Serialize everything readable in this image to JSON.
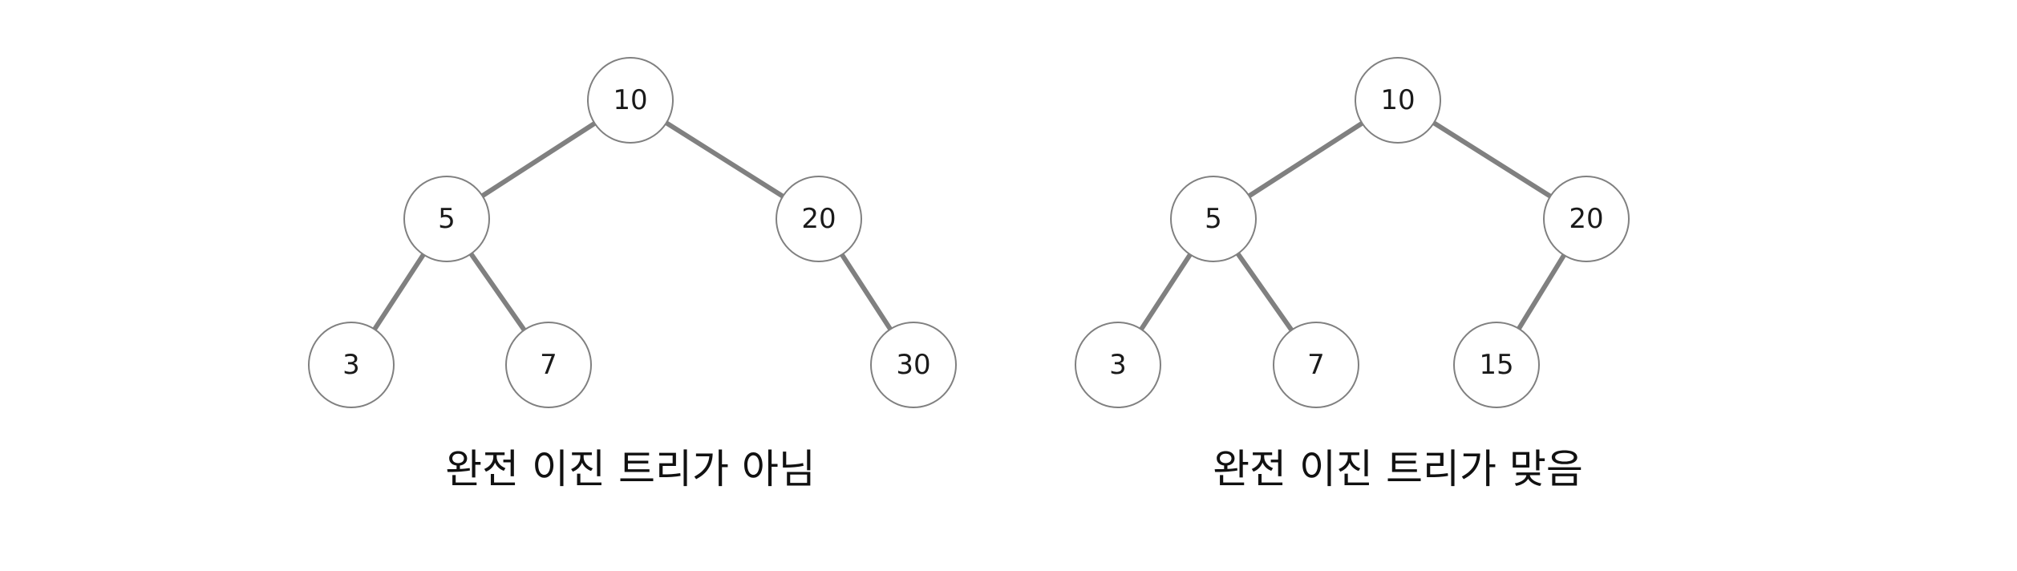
{
  "diagrams": [
    {
      "caption": "완전 이진 트리가 아님",
      "nodes": [
        {
          "id": "a1",
          "label": "10"
        },
        {
          "id": "a2",
          "label": "5"
        },
        {
          "id": "a3",
          "label": "20"
        },
        {
          "id": "a4",
          "label": "3"
        },
        {
          "id": "a5",
          "label": "7"
        },
        {
          "id": "a6",
          "label": "30"
        }
      ],
      "edges": [
        {
          "from": "a1",
          "to": "a2"
        },
        {
          "from": "a1",
          "to": "a3"
        },
        {
          "from": "a2",
          "to": "a4"
        },
        {
          "from": "a2",
          "to": "a5"
        },
        {
          "from": "a3",
          "to": "a6"
        }
      ]
    },
    {
      "caption": "완전 이진 트리가 맞음",
      "nodes": [
        {
          "id": "b1",
          "label": "10"
        },
        {
          "id": "b2",
          "label": "5"
        },
        {
          "id": "b3",
          "label": "20"
        },
        {
          "id": "b4",
          "label": "3"
        },
        {
          "id": "b5",
          "label": "7"
        },
        {
          "id": "b6",
          "label": "15"
        }
      ],
      "edges": [
        {
          "from": "b1",
          "to": "b2"
        },
        {
          "from": "b1",
          "to": "b3"
        },
        {
          "from": "b2",
          "to": "b4"
        },
        {
          "from": "b2",
          "to": "b5"
        },
        {
          "from": "b3",
          "to": "b6"
        }
      ]
    }
  ]
}
